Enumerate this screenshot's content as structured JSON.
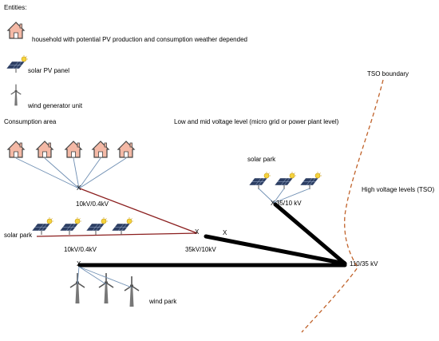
{
  "legend": {
    "title": "Entities:",
    "household": "household with potential PV production and consumption weather depended",
    "solar_panel": "solar PV panel",
    "wind_unit": "wind generator unit"
  },
  "areas": {
    "consumption": "Consumption area",
    "low_mid": "Low and mid voltage level (micro grid or power plant level)",
    "tso_boundary": "TSO boundary",
    "high_voltage": "High voltage levels (TSO)"
  },
  "parks": {
    "solar_left": "solar park",
    "solar_right": "solar park",
    "wind": "wind park"
  },
  "voltages": {
    "upper_sub": "10kV/0.4kV",
    "lower_sub": "10kV/0.4kV",
    "mid_sub": "35kV/10kV",
    "right_sub": "35/10 kV",
    "main_sub": "110/35 kV"
  },
  "markers": {
    "substation": "X"
  },
  "colors": {
    "house_fill": "#f4b9a6",
    "house_stroke": "#444444",
    "thin_line": "#6f8fb3",
    "red_line": "#8b1e1e",
    "bus_line": "#000000",
    "boundary": "#c0622a",
    "panel": "#2c3e63"
  }
}
